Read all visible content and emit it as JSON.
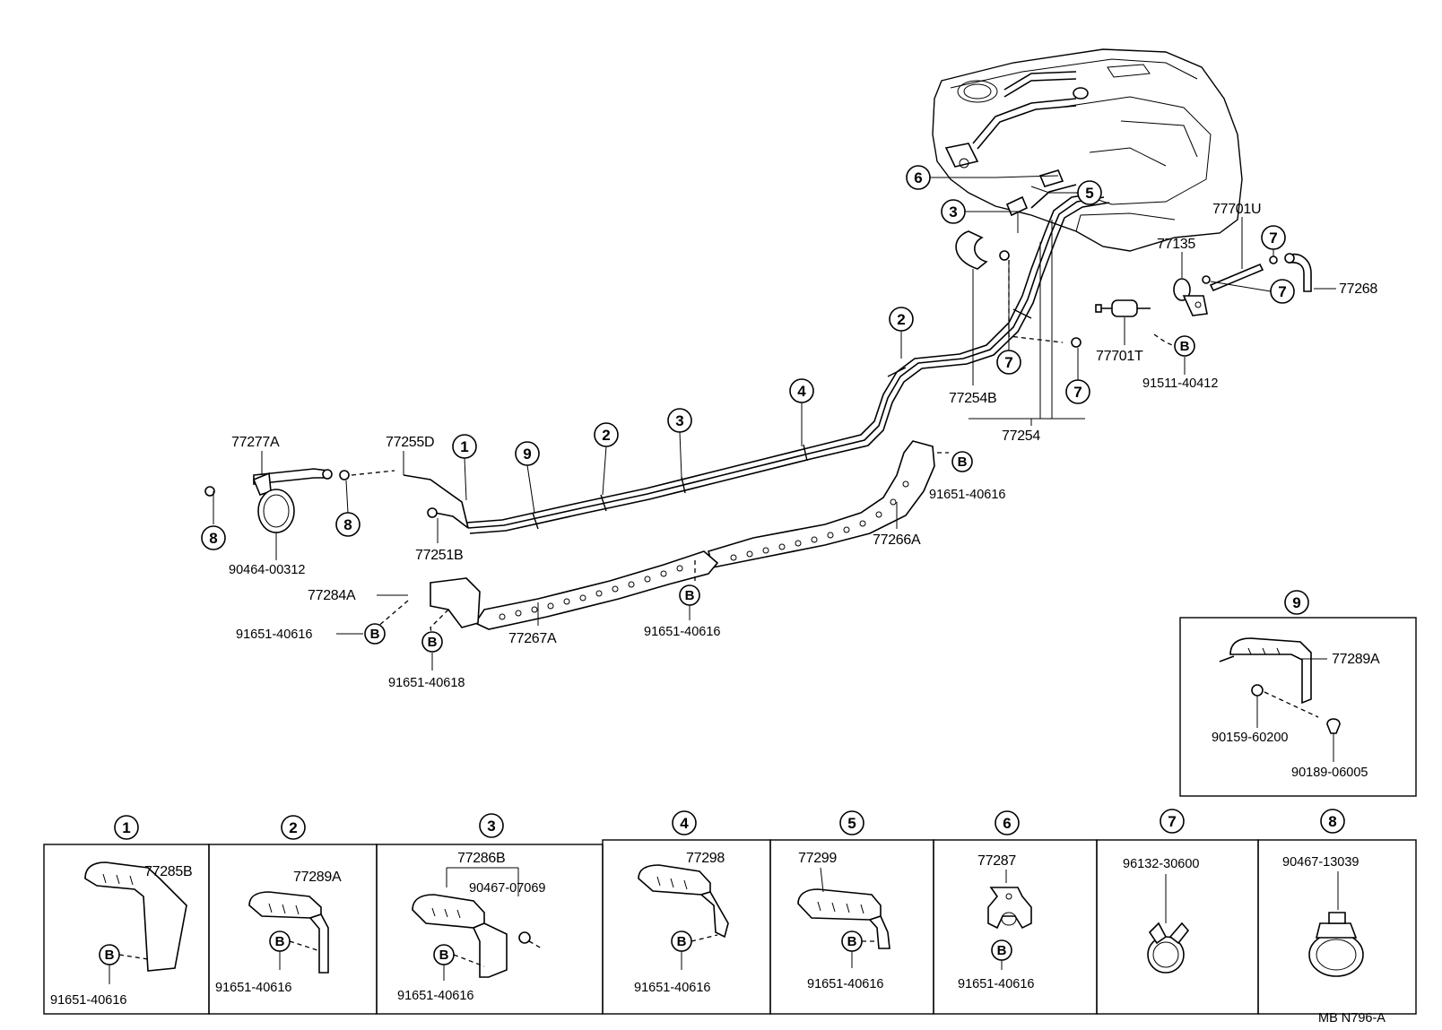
{
  "callouts": {
    "c1_top": "1",
    "c2_top": "2",
    "c3_top": "3",
    "c4_top": "4",
    "c5_top": "5",
    "c6_top": "6",
    "c7a": "7",
    "c7b": "7",
    "c7c": "7",
    "c7d": "7",
    "c3_tank": "3",
    "c2_mid": "2",
    "c8a": "8",
    "c8b": "8",
    "c9_main": "9",
    "c9_box": "9",
    "p1": "1",
    "p2": "2",
    "p3": "3",
    "p4": "4",
    "p5": "5",
    "p6": "6",
    "p7": "7",
    "p8": "8"
  },
  "b_markers": "B",
  "labels": {
    "l77701U": "77701U",
    "l77135": "77135",
    "l77268": "77268",
    "l77701T": "77701T",
    "l91511": "91511-40412",
    "l77254B": "77254B",
    "l77254": "77254",
    "l77277A": "77277A",
    "l77255D": "77255D",
    "l77251B": "77251B",
    "l90464": "90464-00312",
    "l91651_r": "91651-40616",
    "l77266A": "77266A",
    "l77284A": "77284A",
    "l91651_l": "91651-40616",
    "l91651_618": "91651-40618",
    "l77267A": "77267A",
    "l91651_m": "91651-40616",
    "l77289A_box": "77289A",
    "l90159": "90159-60200",
    "l90189": "90189-06005",
    "p1_part": "77285B",
    "p1_code": "91651-40616",
    "p2_part": "77289A",
    "p2_code": "91651-40616",
    "p3_part": "77286B",
    "p3_extra": "90467-07069",
    "p3_code": "91651-40616",
    "p4_part": "77298",
    "p4_code": "91651-40616",
    "p5_part": "77299",
    "p5_code": "91651-40616",
    "p6_part": "77287",
    "p6_code": "91651-40616",
    "p7_part": "96132-30600",
    "p8_part": "90467-13039",
    "footer": "MB  N796-A"
  }
}
